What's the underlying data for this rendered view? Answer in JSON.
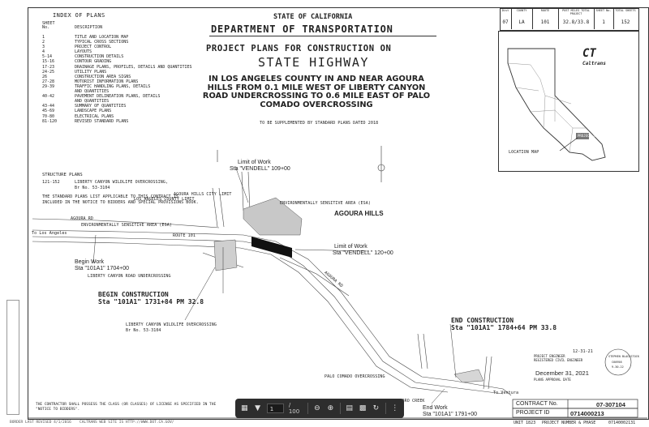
{
  "index": {
    "title": "INDEX OF PLANS",
    "col_sheet": "SHEET\nNo.",
    "col_sheet_a": "SHEET",
    "col_sheet_b": "No.",
    "col_desc": "DESCRIPTION",
    "rows": [
      {
        "no": "1",
        "desc": "TITLE AND LOCATION MAP"
      },
      {
        "no": "2",
        "desc": "TYPICAL CROSS SECTIONS"
      },
      {
        "no": "3",
        "desc": "PROJECT CONTROL"
      },
      {
        "no": "4",
        "desc": "LAYOUTS"
      },
      {
        "no": "5-14",
        "desc": "CONSTRUCTION DETAILS"
      },
      {
        "no": "15-16",
        "desc": "CONTOUR GRADING"
      },
      {
        "no": "17-23",
        "desc": "DRAINAGE PLANS, PROFILES, DETAILS AND QUANTITIES"
      },
      {
        "no": "24-25",
        "desc": "UTILITY PLANS"
      },
      {
        "no": "26",
        "desc": "CONSTRUCTION AREA SIGNS"
      },
      {
        "no": "27-28",
        "desc": "MOTORIST INFORMATION PLANS"
      },
      {
        "no": "29-39",
        "desc": "TRAFFIC HANDLING PLANS, DETAILS"
      },
      {
        "no": "",
        "desc": "AND QUANTITIES"
      },
      {
        "no": "40-42",
        "desc": "PAVEMENT DELINEATION PLANS, DETAILS"
      },
      {
        "no": "",
        "desc": "AND QUANTITIES"
      },
      {
        "no": "43-44",
        "desc": "SUMMARY OF QUANTITIES"
      },
      {
        "no": "45-69",
        "desc": "LANDSCAPE PLANS"
      },
      {
        "no": "70-80",
        "desc": "ELECTRICAL PLANS"
      },
      {
        "no": "81-120",
        "desc": "REVISED STANDARD PLANS"
      }
    ],
    "structure_title": "STRUCTURE PLANS",
    "structure_no": "121-152",
    "structure_desc": "LIBERTY CANYON WILDLIFE OVERCROSSING,",
    "structure_br": "Br No. 53-3104",
    "note_line1": "THE STANDARD PLANS LIST APPLICABLE TO THIS CONTRACT IS",
    "note_line2": "INCLUDED IN THE NOTICE TO BIDDERS AND SPECIAL PROVISIONS BOOK."
  },
  "title": {
    "state": "STATE OF CALIFORNIA",
    "dept": "DEPARTMENT OF TRANSPORTATION",
    "plans": "PROJECT PLANS FOR CONSTRUCTION ON",
    "highway": "STATE HIGHWAY",
    "location": "IN LOS ANGELES COUNTY IN AND NEAR AGOURA HILLS FROM 0.1 MILE WEST OF LIBERTY CANYON ROAD UNDERCROSSING TO 0.6 MILE EAST OF PALO COMADO OVERCROSSING",
    "supplement": "TO BE SUPPLEMENTED BY STANDARD PLANS DATED 2018"
  },
  "header_table": {
    "cols": [
      "Dist",
      "COUNTY",
      "ROUTE",
      "POST MILES TOTAL PROJECT",
      "SHEET No.",
      "TOTAL SHEETS"
    ],
    "values": [
      "07",
      "LA",
      "101",
      "32.8/33.8",
      "1",
      "152"
    ]
  },
  "location_map_label": "LOCATION MAP",
  "project_site_label": "PROJECT SITE",
  "caltrans_label": "Caltrans",
  "map": {
    "limit_work_west_label": "Limit of Work",
    "limit_work_west_sta": "Sta \"VENDELL\" 109+00",
    "limit_work_east_label": "Limit of Work",
    "limit_work_east_sta": "Sta \"VENDELL\" 120+00",
    "agoura_city_limit": "AGOURA HILLS CITY LIMIT",
    "la_county_limit": "LOS ANGELES COUNTY LIMIT",
    "esa_north": "ENVIRONMENTALLY SENSITIVE AREA (ESA)",
    "esa_left": "ENVIRONMENTALLY SENSITIVE AREA (ESA)",
    "agoura_hills": "AGOURA HILLS",
    "agoura_rd_1": "AGOURA RD",
    "agoura_rd_2": "AGOURA RD",
    "route_101": "ROUTE 101",
    "to_la": "To Los Angeles",
    "to_ventura": "To Ventura",
    "begin_work_label": "Begin Work",
    "begin_work_sta": "Sta \"101A1\" 1704+00",
    "liberty_uc": "LIBERTY CANYON ROAD UNDERCROSSING",
    "begin_construction": "BEGIN CONSTRUCTION",
    "begin_sta": "Sta \"101A1\" 1731+84 PM 32.8",
    "liberty_wildlife": "LIBERTY CANYON WILDLIFE OVERCROSSING",
    "liberty_br": "Br No. 53-3104",
    "end_construction": "END CONSTRUCTION",
    "end_sta": "Sta \"101A1\" 1784+64 PM 33.8",
    "palo_comado_oc": "PALO COMADO OVERCROSSING",
    "chesebro_creek": "CHESEBRO CREEK",
    "end_work_label": "End Work",
    "end_work_sta": "Sta \"101A1\" 1791+00",
    "contractor_note": "THE CONTRACTOR SHALL POSSESS THE CLASS (OR CLASSES) OF LICENSE AS SPECIFIED IN THE \"NOTICE TO BIDDERS\"."
  },
  "signature": {
    "date_top": "12-31-21",
    "engineer_line1": "PROJECT ENGINEER",
    "engineer_line2": "REGISTERED CIVIL ENGINEER",
    "date": "December 31, 2021",
    "approval": "PLANS APPROVAL DATE",
    "stamp_name": "STEPHEN BLACKSTOCK",
    "stamp_no": "C60958",
    "stamp_exp": "9-30-22"
  },
  "contract": {
    "label": "CONTRACT No.",
    "value": "07-307104",
    "project_label": "PROJECT ID",
    "project_value": "0714000213"
  },
  "footer": {
    "border_rev": "BORDER LAST REVISED 4/1/2016",
    "caltrans_web": "CALTRANS WEB SITE IS HTTP://WWW.DOT.CA.GOV/",
    "unit": "UNIT 1823",
    "project_phase": "PROJECT NUMBER & PHASE",
    "project_no": "07140002131"
  },
  "viewer_toolbar": {
    "page": "1",
    "page_total": "/ 100"
  }
}
